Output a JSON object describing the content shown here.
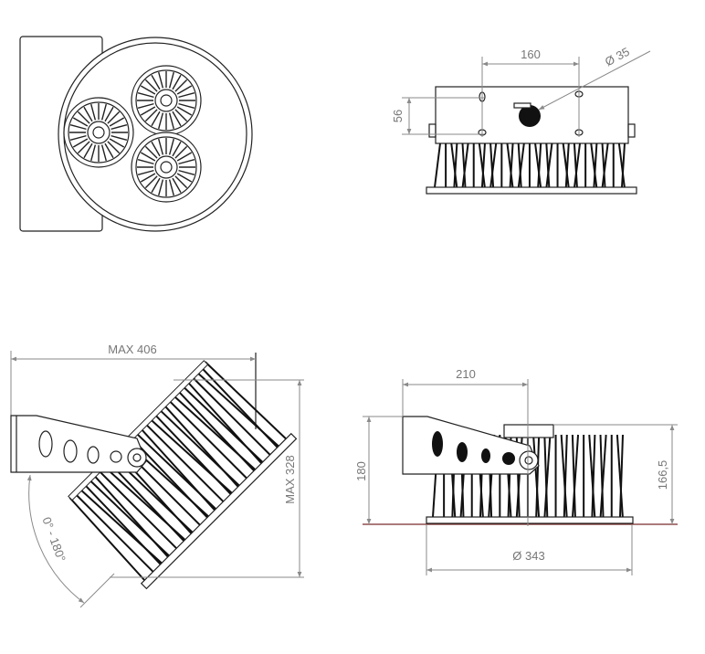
{
  "drawing": {
    "top_right_view": {
      "hole_spacing": "160",
      "hole_diameter": "Ø 35",
      "mount_height": "56"
    },
    "bottom_left_view": {
      "max_width": "MAX  406",
      "max_height": "MAX  328",
      "tilt_range": "0° - 180°"
    },
    "bottom_right_view": {
      "pivot_offset": "210",
      "total_height": "180",
      "body_height": "166,5",
      "diameter": "Ø  343"
    },
    "colors": {
      "line": "#222222",
      "dimension": "#8a8a8a",
      "ground_line": "#7a2a2a"
    }
  }
}
